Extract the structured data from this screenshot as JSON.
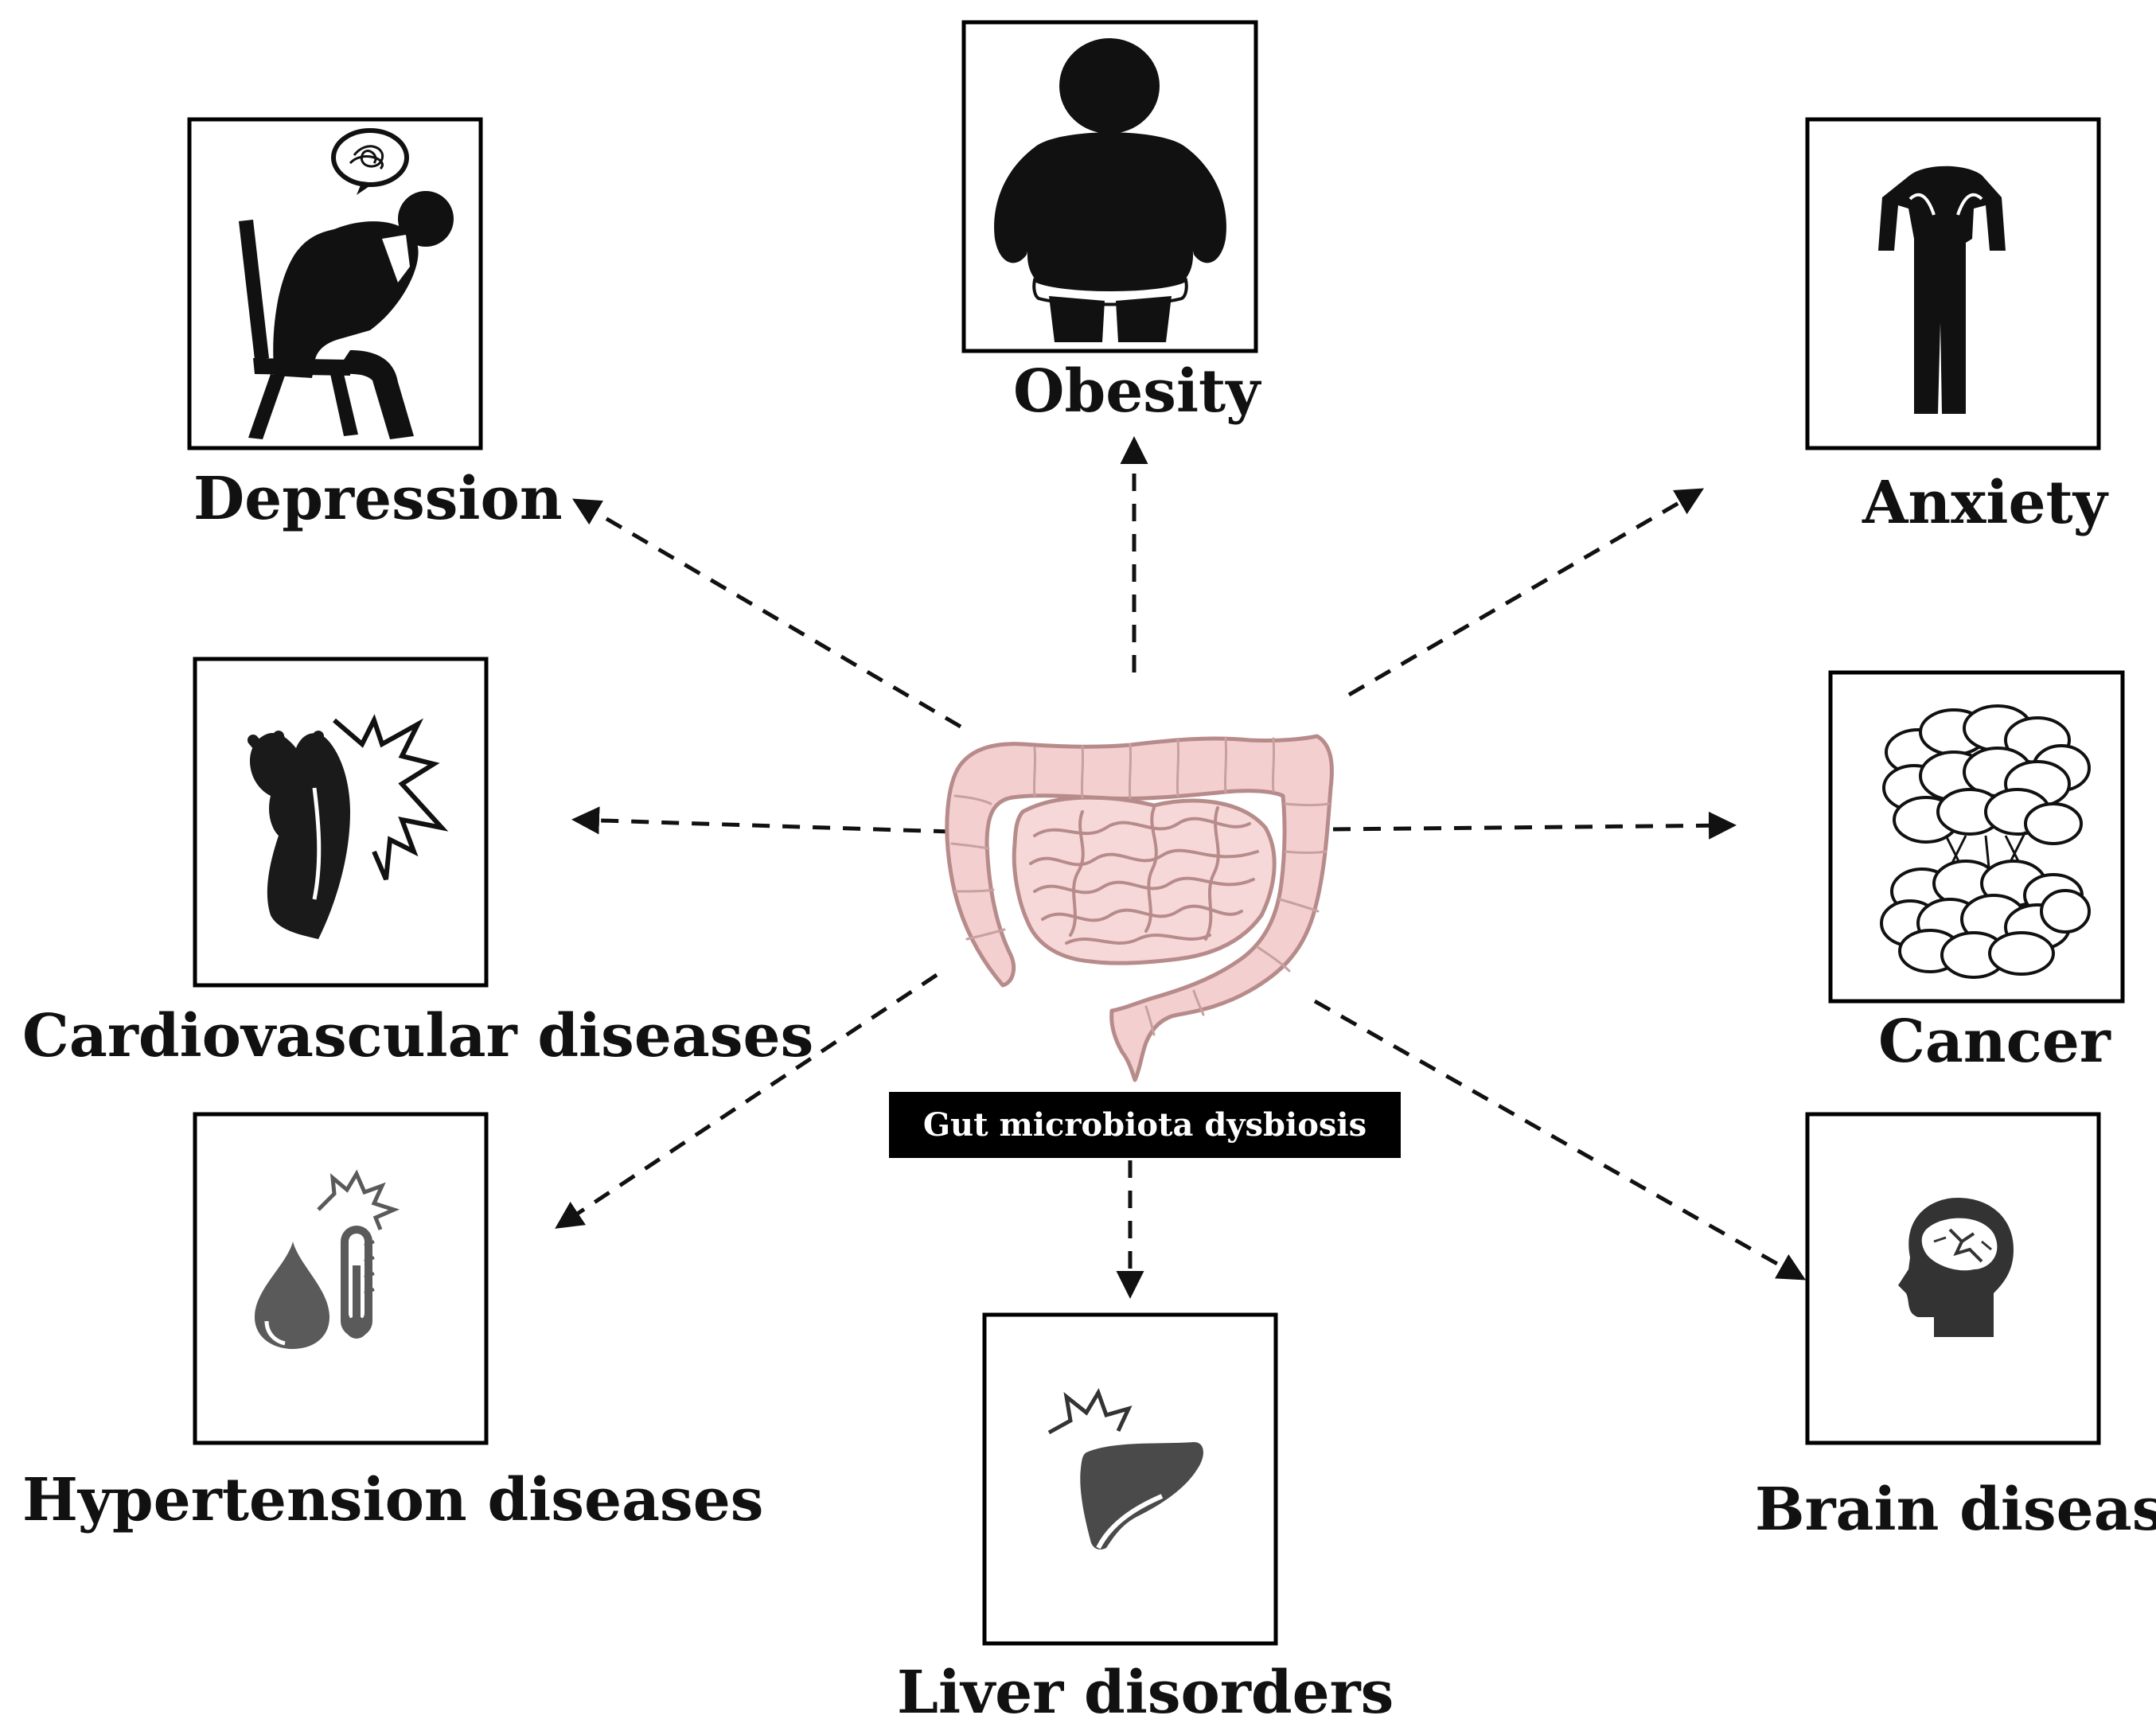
{
  "center": {
    "label": "Gut microbiota dysbiosis"
  },
  "conditions": [
    {
      "id": "depression",
      "label": "Depression",
      "icon": "depressed-person-on-chair-icon"
    },
    {
      "id": "obesity",
      "label": "Obesity",
      "icon": "obese-person-icon"
    },
    {
      "id": "anxiety",
      "label": "Anxiety",
      "icon": "anxious-person-icon"
    },
    {
      "id": "cardiovascular",
      "label": "Cardiovascular diseases",
      "icon": "heart-attack-icon"
    },
    {
      "id": "cancer",
      "label": "Cancer",
      "icon": "tumor-cells-icon"
    },
    {
      "id": "hypertension",
      "label": "Hypertension diseases",
      "icon": "blood-thermometer-icon"
    },
    {
      "id": "brain",
      "label": "Brain diseases",
      "icon": "brain-head-icon"
    },
    {
      "id": "liver",
      "label": "Liver disorders",
      "icon": "liver-icon"
    }
  ]
}
